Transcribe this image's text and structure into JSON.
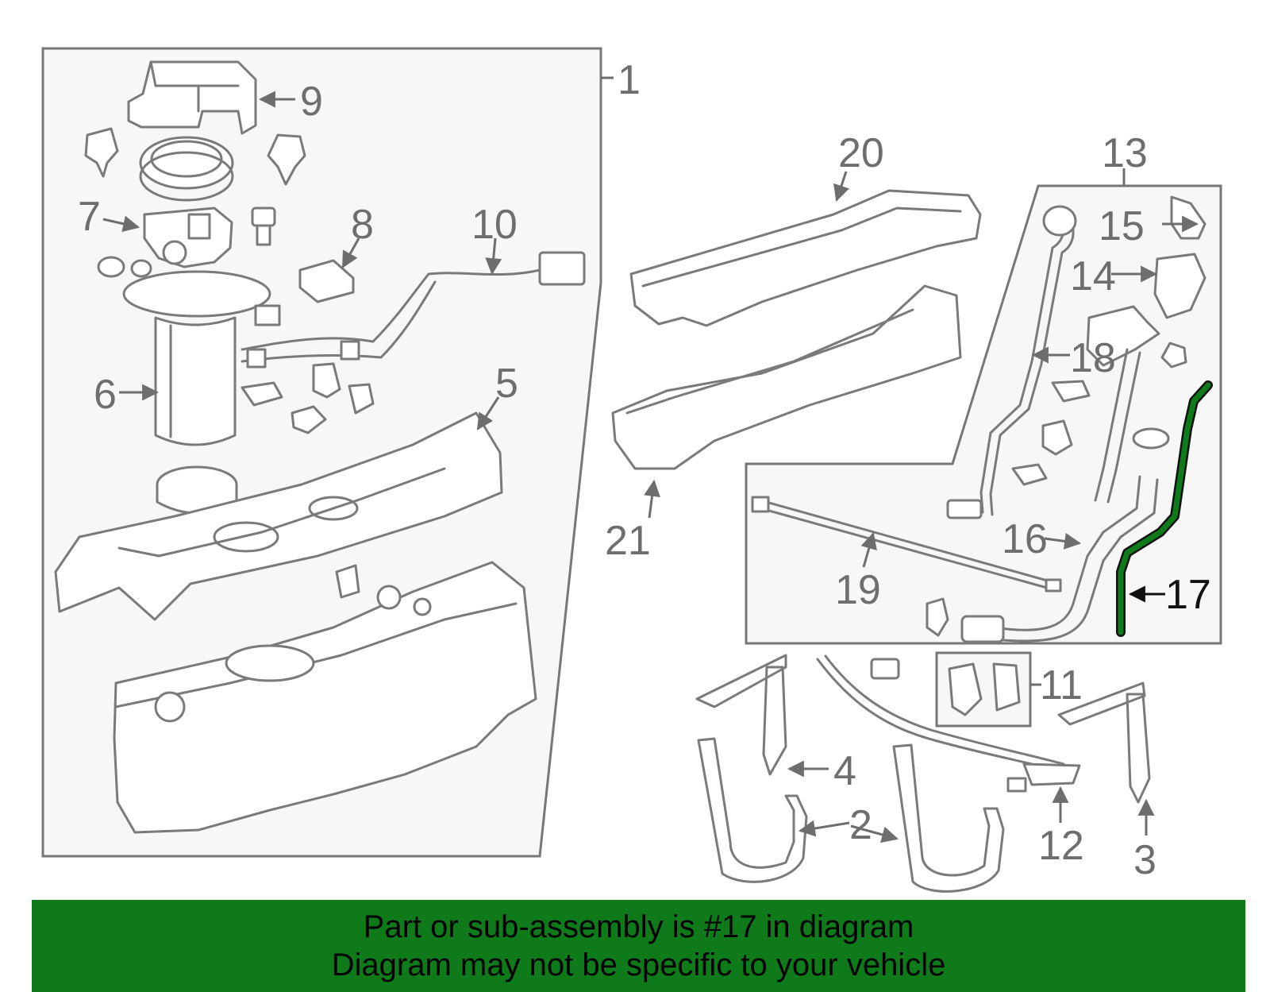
{
  "callouts": {
    "c1": "1",
    "c2": "2",
    "c3": "3",
    "c4": "4",
    "c5": "5",
    "c6": "6",
    "c7": "7",
    "c8": "8",
    "c9": "9",
    "c10": "10",
    "c11": "11",
    "c12": "12",
    "c13": "13",
    "c14": "14",
    "c15": "15",
    "c16": "16",
    "c17": "17",
    "c18": "18",
    "c19": "19",
    "c20": "20",
    "c21": "21"
  },
  "highlight": {
    "part": "17",
    "color": "#0e7a19"
  },
  "banner": {
    "line1": "Part or sub-assembly is #17 in diagram",
    "line2": "Diagram may not be specific to your vehicle",
    "color": "#0e7a19"
  }
}
